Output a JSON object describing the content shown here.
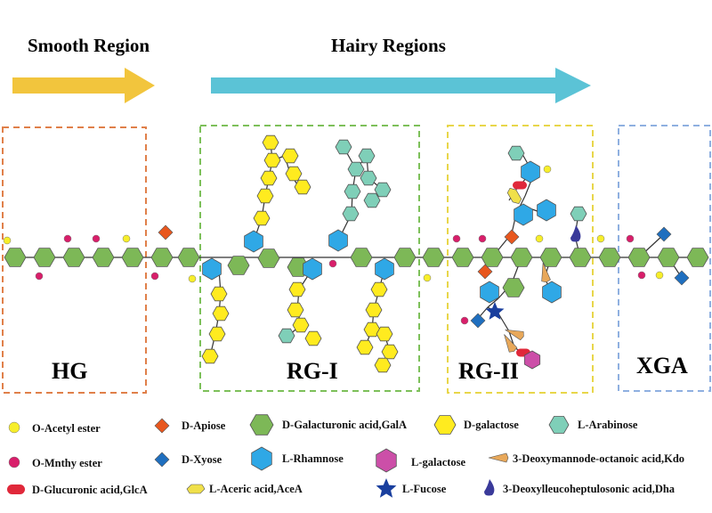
{
  "headers": {
    "smooth": "Smooth Region",
    "hairy": "Hairy Regions"
  },
  "regions": {
    "hg": "HG",
    "rg1": "RG-I",
    "rg2": "RG-II",
    "xga": "XGA"
  },
  "legend": {
    "o_acetyl": "O-Acetyl ester",
    "apiose": "D-Apiose",
    "gala": "D-Galacturonic acid,GalA",
    "dgal": "D-galactose",
    "arab": "L-Arabinose",
    "o_methyl": "O-Mnthy ester",
    "xylose": "D-Xyose",
    "rha": "L-Rhamnose",
    "lgal": "L-galactose",
    "kdo": "3-Deoxymannode-octanoic acid,Kdo",
    "glca": "D-Glucuronic acid,GlcA",
    "acea": "L-Aceric acid,AceA",
    "fuc": "L-Fucose",
    "dha": "3-Deoxylleucoheptulosonic acid,Dha"
  },
  "colors": {
    "smooth_arrow": "#F2C53D",
    "hairy_arrow": "#5BC3D6",
    "hg_box": "#E0804A",
    "rg1_box": "#7DC05A",
    "rg2_box": "#E8D64A",
    "xga_box": "#8FB0E0",
    "gala": "#7DB857",
    "dgal": "#FFEB1F",
    "arab": "#7FCFB8",
    "rha": "#2FA8E6",
    "apiose": "#E8571E",
    "xylose": "#1F6FBF",
    "lgal": "#CC4FA8",
    "kdo": "#E8A85A",
    "glca": "#E0283A",
    "acea": "#F0E04A",
    "fuc": "#1A3F9E",
    "dha": "#3A3A9A",
    "o_acetyl": "#F7EE2A",
    "o_methyl": "#D81E6A"
  }
}
